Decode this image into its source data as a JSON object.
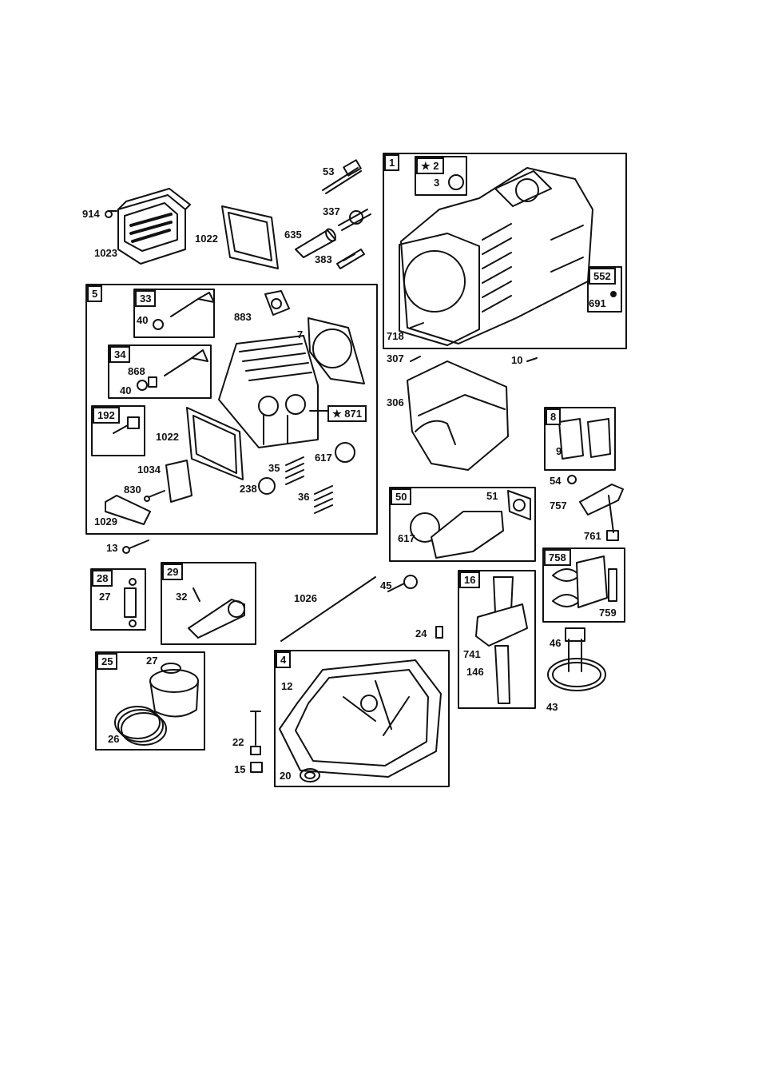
{
  "callouts": {
    "c914": "914",
    "c1023": "1023",
    "c1022a": "1022",
    "c53": "53",
    "c337": "337",
    "c635": "635",
    "c383": "383",
    "c5": "5",
    "c33": "33",
    "c40a": "40",
    "c883": "883",
    "c7": "7",
    "c34": "34",
    "c868": "868",
    "c40b": "40",
    "c192": "192",
    "c871": "871",
    "c1022b": "1022",
    "c617a": "617",
    "c1034": "1034",
    "c35": "35",
    "c238": "238",
    "c830": "830",
    "c36": "36",
    "c1029": "1029",
    "c13": "13",
    "c1": "1",
    "c2": "2",
    "c3": "3",
    "c552": "552",
    "c691": "691",
    "c718": "718",
    "c307": "307",
    "c10": "10",
    "c306": "306",
    "c8": "8",
    "c9": "9",
    "c54": "54",
    "c757": "757",
    "c761": "761",
    "c50": "50",
    "c51": "51",
    "c617b": "617",
    "c758": "758",
    "c759": "759",
    "c28": "28",
    "c27a": "27",
    "c29": "29",
    "c32": "32",
    "c1026": "1026",
    "c45": "45",
    "c24": "24",
    "c16": "16",
    "c741": "741",
    "c146": "146",
    "c46": "46",
    "c43": "43",
    "c25": "25",
    "c27b": "27",
    "c26": "26",
    "c4": "4",
    "c12": "12",
    "c22": "22",
    "c15": "15",
    "c20": "20"
  },
  "symbols": {
    "star": "★"
  }
}
